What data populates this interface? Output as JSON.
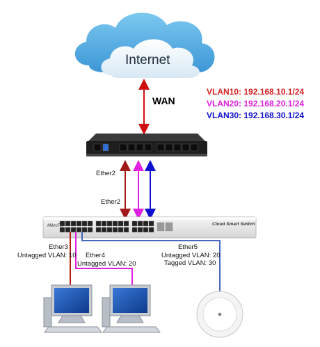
{
  "cloud": {
    "label": "Internet"
  },
  "wan_label": "WAN",
  "vlans": [
    {
      "text": "VLAN10: 192.168.10.1/24",
      "color": "#d32020"
    },
    {
      "text": "VLAN20: 192.168.20.1/24",
      "color": "#e020e0"
    },
    {
      "text": "VLAN30: 192.168.30.1/24",
      "color": "#1010d0"
    }
  ],
  "router": {
    "port_label": "Ether2"
  },
  "switch": {
    "uplink_label": "Ether2",
    "model_text": "Cloud Smart Switch",
    "brand": "MikroTik"
  },
  "ports": {
    "ether3": {
      "name": "Ether3",
      "detail": "Untagged VLAN: 10"
    },
    "ether4": {
      "name": "Ether4",
      "detail": "Untagged VLAN: 20"
    },
    "ether5": {
      "name": "Ether5",
      "detail1": "Untagged VLAN: 20",
      "detail2": "Tagged VLAN: 30"
    }
  },
  "colors": {
    "vlan10": "#b01818",
    "vlan20": "#e020e0",
    "vlan30": "#1010d0",
    "wan": "#d01010",
    "cable": "#4466bb"
  }
}
